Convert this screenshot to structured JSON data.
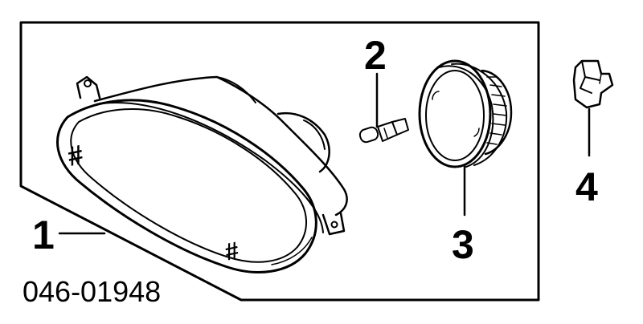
{
  "diagram": {
    "part_number": "046-01948",
    "callouts": [
      {
        "id": "1",
        "label": "1"
      },
      {
        "id": "2",
        "label": "2"
      },
      {
        "id": "3",
        "label": "3"
      },
      {
        "id": "4",
        "label": "4"
      }
    ],
    "lens_marks": [
      "#",
      "#"
    ]
  }
}
